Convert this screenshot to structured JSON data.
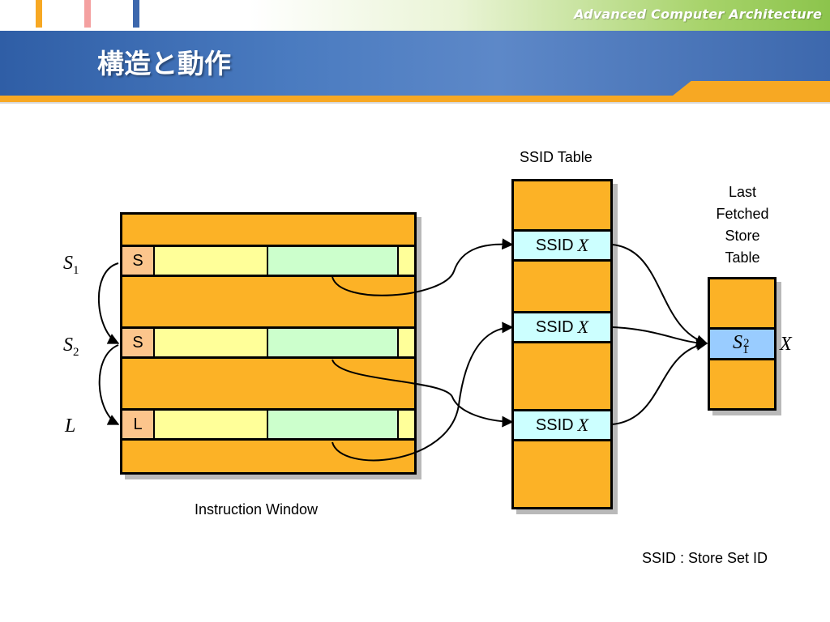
{
  "header": {
    "brand": "Advanced Computer Architecture",
    "title": "構造と動作"
  },
  "colors": {
    "accent_orange": "#f7a823",
    "title_blue": "#3d68ad",
    "table_fill": "#fcb226",
    "tag_fill": "#fcc58c",
    "yellow_field": "#ffff99",
    "green_field": "#ccffcc",
    "ssid_fill": "#ccffff",
    "lfst_entry_fill": "#99ccff"
  },
  "instruction_window": {
    "caption": "Instruction Window",
    "rows": [
      {
        "label_main": "S",
        "label_sub": "1",
        "tag": "S"
      },
      {
        "label_main": "S",
        "label_sub": "2",
        "tag": "S"
      },
      {
        "label_main": "L",
        "label_sub": "",
        "tag": "L"
      }
    ]
  },
  "ssid_table": {
    "title": "SSID Table",
    "entries": [
      {
        "text": "SSID",
        "var": "X"
      },
      {
        "text": "SSID",
        "var": "X"
      },
      {
        "text": "SSID",
        "var": "X"
      }
    ]
  },
  "lfst": {
    "title_lines": [
      "Last",
      "Fetched",
      "Store",
      "Table"
    ],
    "entry_main": "S",
    "entry_sub": "1",
    "entry_sub_overlay": "2",
    "side_label": "X"
  },
  "footnote": "SSID : Store Set ID"
}
